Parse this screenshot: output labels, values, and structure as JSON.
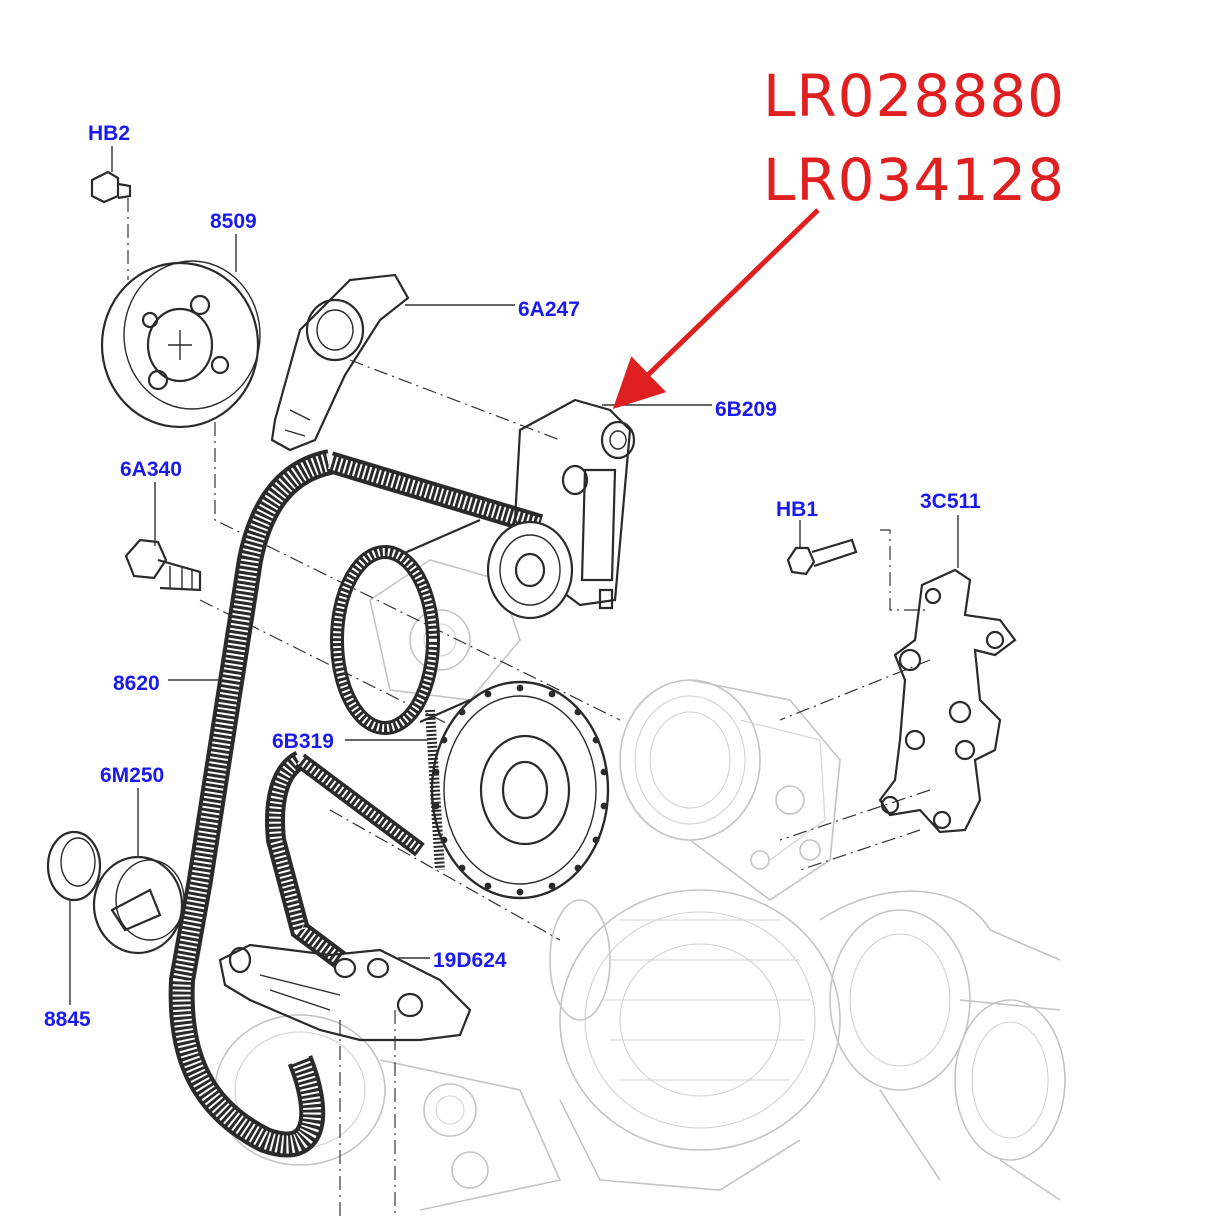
{
  "colors": {
    "callout": "#1a1aee",
    "part_number": "#e02020",
    "arrow": "#e02020",
    "ink": "#2a2a2a",
    "ghost": "#c4c4c4"
  },
  "part_numbers": [
    "LR028880",
    "LR034128"
  ],
  "callouts": {
    "hb2": "HB2",
    "c8509": "8509",
    "c6a247": "6A247",
    "c6b209": "6B209",
    "c6a340": "6A340",
    "hb1": "HB1",
    "c3c511": "3C511",
    "c8620": "8620",
    "c6b319": "6B319",
    "c6m250": "6M250",
    "c19d624": "19D624",
    "c8845": "8845"
  }
}
